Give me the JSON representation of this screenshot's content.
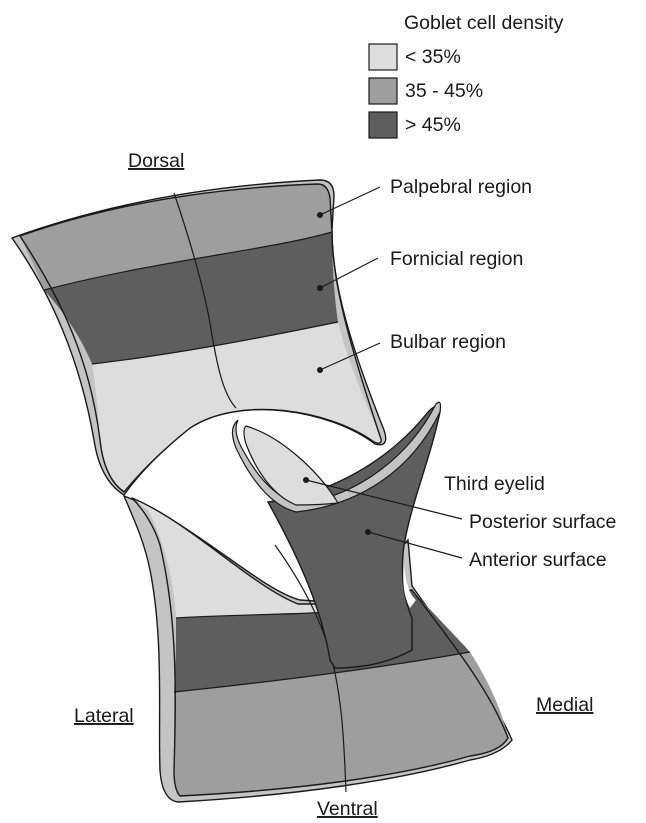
{
  "legend": {
    "title": "Goblet cell density",
    "items": [
      {
        "label": "< 35%",
        "color": "#dddddd"
      },
      {
        "label": "35 - 45%",
        "color": "#9e9e9e"
      },
      {
        "label": "> 45%",
        "color": "#5e5e5e"
      }
    ]
  },
  "orientation": {
    "dorsal": "Dorsal",
    "ventral": "Ventral",
    "lateral": "Lateral",
    "medial": "Medial"
  },
  "regions": {
    "palpebral": "Palpebral region",
    "fornicial": "Fornicial region",
    "bulbar": "Bulbar region"
  },
  "third_eyelid": {
    "title": "Third eyelid",
    "posterior": "Posterior surface",
    "anterior": "Anterior surface"
  },
  "colors": {
    "light": "#dddddd",
    "medium": "#9e9e9e",
    "dark": "#5e5e5e",
    "rim": "#c4c4c4",
    "line": "#1a1a1a"
  }
}
